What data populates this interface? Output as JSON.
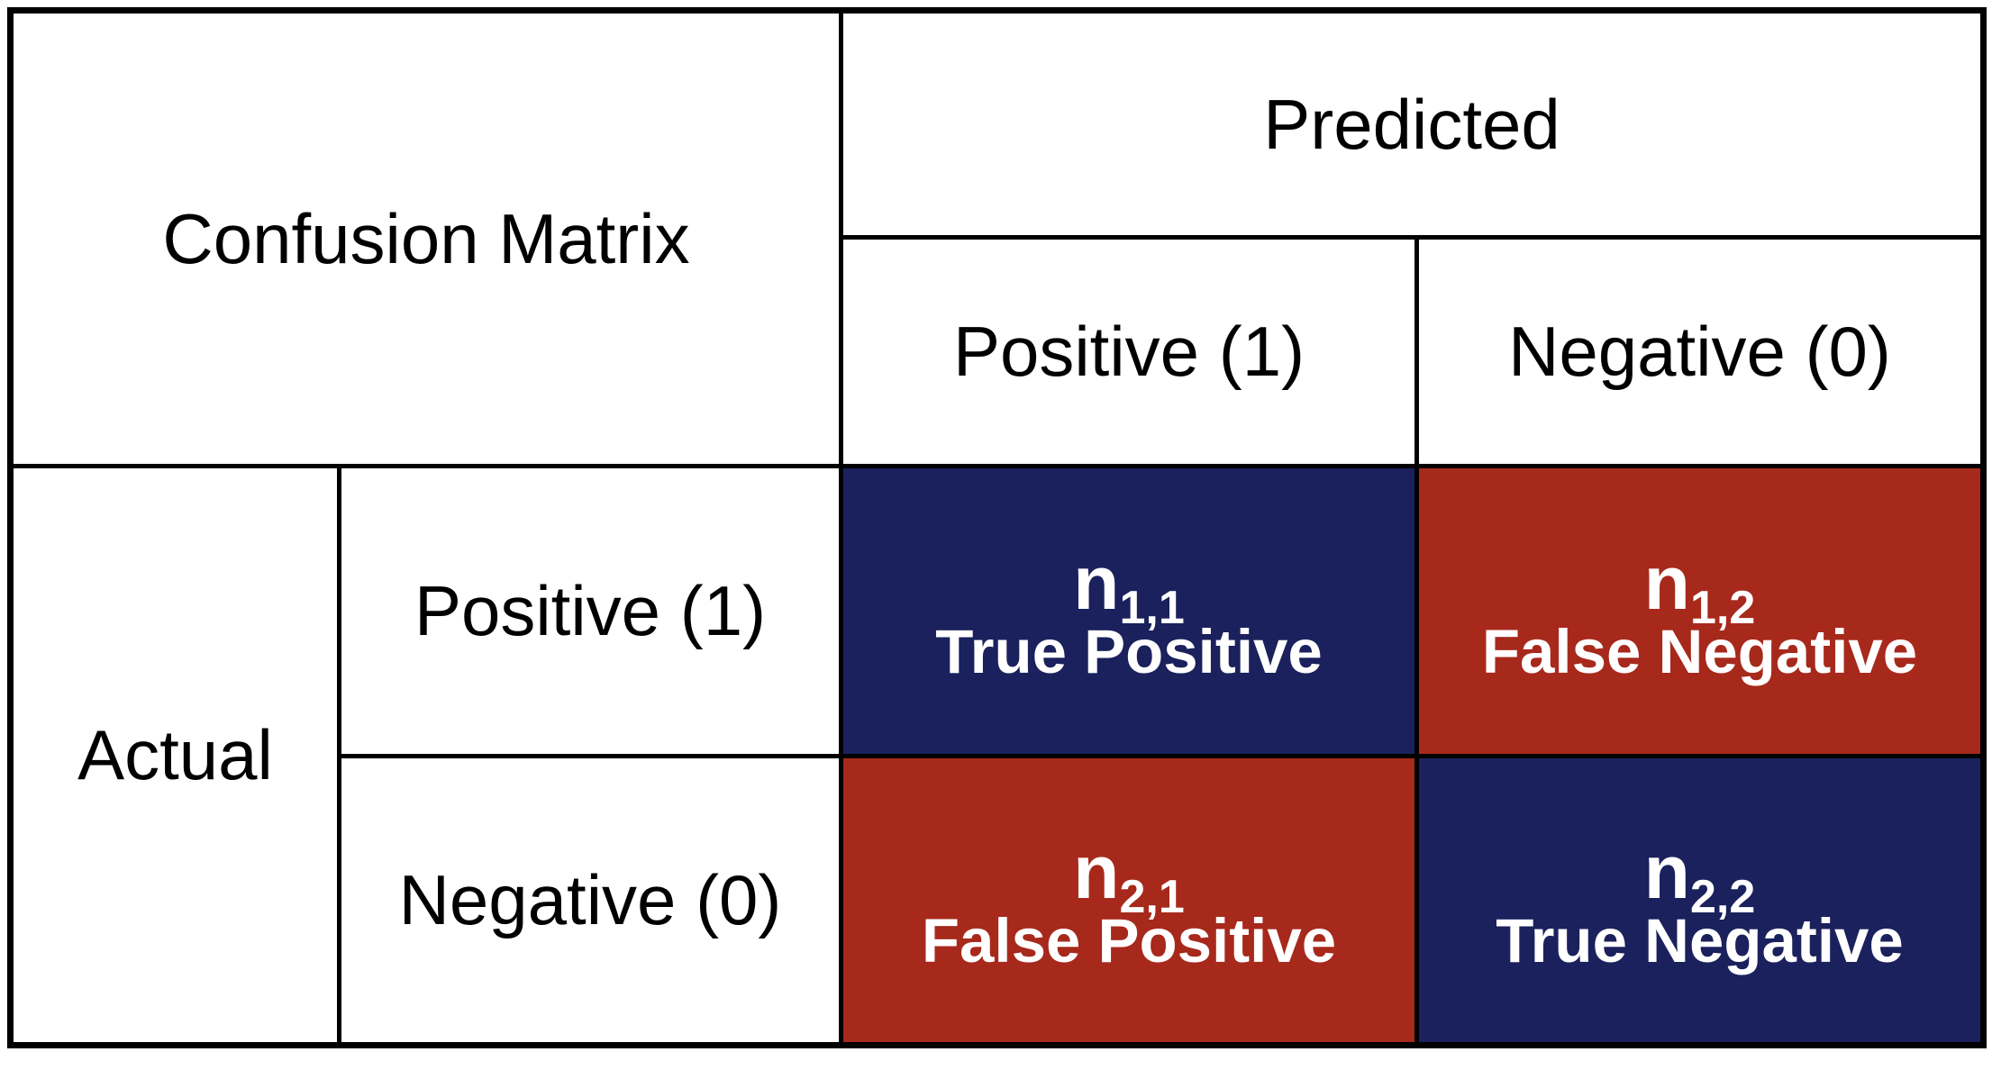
{
  "figure": {
    "corner_title": "Confusion Matrix",
    "predicted": {
      "header": "Predicted",
      "columns": [
        {
          "label": "Positive (1)"
        },
        {
          "label": "Negative (0)"
        }
      ]
    },
    "actual": {
      "header": "Actual",
      "rows": [
        {
          "label": "Positive (1)"
        },
        {
          "label": "Negative (0)"
        }
      ]
    },
    "cells": [
      {
        "symbol": "n",
        "subscript": "1,1",
        "label": "True Positive",
        "bg": "#1A215C",
        "fg": "#FFFFFF"
      },
      {
        "symbol": "n",
        "subscript": "1,2",
        "label": "False Negative",
        "bg": "#A7291C",
        "fg": "#FFFFFF"
      },
      {
        "symbol": "n",
        "subscript": "2,1",
        "label": "False Positive",
        "bg": "#A7291C",
        "fg": "#FFFFFF"
      },
      {
        "symbol": "n",
        "subscript": "2,2",
        "label": "True Negative",
        "bg": "#1A215C",
        "fg": "#FFFFFF"
      }
    ],
    "colors": {
      "correct_cell": "#1A215C",
      "incorrect_cell": "#A7291C",
      "border": "#000000",
      "header_bg": "#FFFFFF",
      "header_text": "#000000"
    }
  }
}
